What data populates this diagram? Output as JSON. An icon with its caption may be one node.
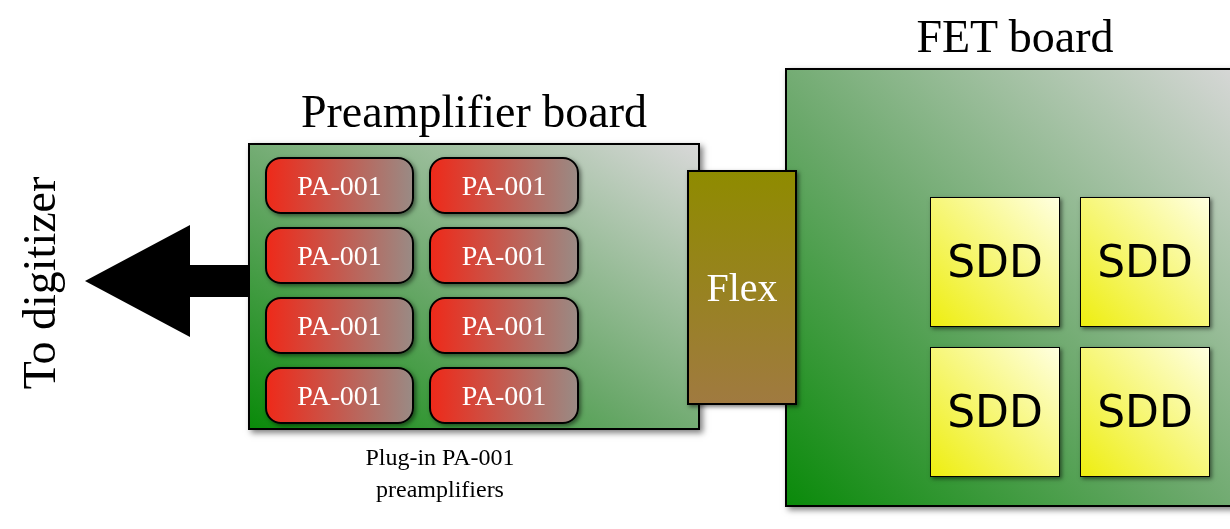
{
  "diagram": {
    "nodes": [
      {
        "text": [
          "Preamplifier board"
        ],
        "beside": [
          "Plug-in PA-001 preamplifiers"
        ]
      },
      {
        "text": [
          "PA-001"
        ],
        "in": 0
      },
      {
        "text": [
          "PA-001"
        ],
        "in": 0
      },
      {
        "text": [
          "PA-001"
        ],
        "in": 0
      },
      {
        "text": [
          "PA-001"
        ],
        "in": 0
      },
      {
        "text": [
          "PA-001"
        ],
        "in": 0
      },
      {
        "text": [
          "PA-001"
        ],
        "in": 0
      },
      {
        "text": [
          "PA-001"
        ],
        "in": 0
      },
      {
        "text": [
          "PA-001"
        ],
        "in": 0
      },
      {
        "text": [
          "Flex"
        ]
      },
      {
        "text": [
          "FET board"
        ]
      },
      {
        "text": [
          "SDD"
        ],
        "in": 10
      },
      {
        "text": [
          "SDD"
        ],
        "in": 10
      },
      {
        "text": [
          "SDD"
        ],
        "in": 10
      },
      {
        "text": [
          "SDD"
        ],
        "in": 10
      },
      {
        "text": [
          "To digitizer"
        ]
      }
    ],
    "edges": [
      {
        "from": 0,
        "to": 15,
        "arrow": "to"
      }
    ]
  }
}
